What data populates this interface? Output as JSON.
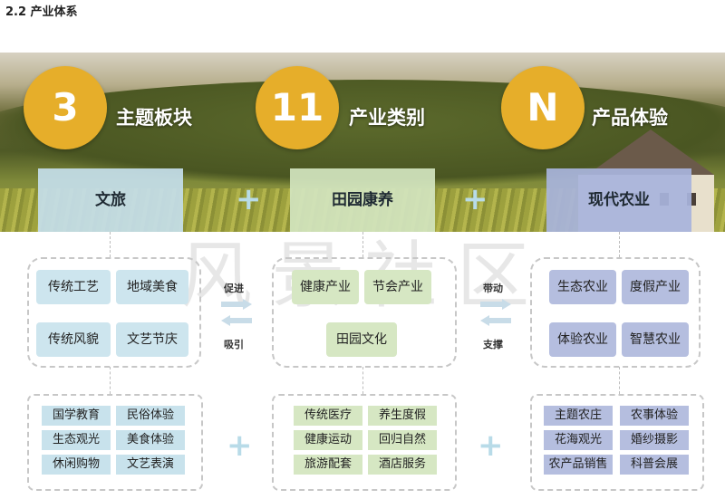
{
  "heading": "2.2 产业体系",
  "categories": [
    {
      "number": "3",
      "label": "主题板块"
    },
    {
      "number": "11",
      "label": "产业类别"
    },
    {
      "number": "N",
      "label": "产品体验"
    }
  ],
  "boxes": [
    "文旅",
    "田园康养",
    "现代农业"
  ],
  "plus_sign": "+",
  "watermark": "风景社区",
  "mid_tags": {
    "left": [
      "传统工艺",
      "地域美食",
      "传统风貌",
      "文艺节庆"
    ],
    "center": [
      "健康产业",
      "节会产业",
      "田园文化"
    ],
    "right": [
      "生态农业",
      "度假产业",
      "体验农业",
      "智慧农业"
    ]
  },
  "arrow_labels": {
    "left_top": "促进",
    "left_bottom": "吸引",
    "right_top": "带动",
    "right_bottom": "支撑"
  },
  "bottom_tags": {
    "left": [
      "国学教育",
      "民俗体验",
      "生态观光",
      "美食体验",
      "休闲购物",
      "文艺表演"
    ],
    "center": [
      "传统医疗",
      "养生度假",
      "健康运动",
      "回归自然",
      "旅游配套",
      "酒店服务"
    ],
    "right": [
      "主题农庄",
      "农事体验",
      "花海观光",
      "婚纱摄影",
      "农产品销售",
      "科普会展"
    ]
  },
  "colors": {
    "gold": "#e6ae2a",
    "blue": "#cde5ee",
    "green": "#d6e7c3",
    "purple": "#b5bedf"
  }
}
